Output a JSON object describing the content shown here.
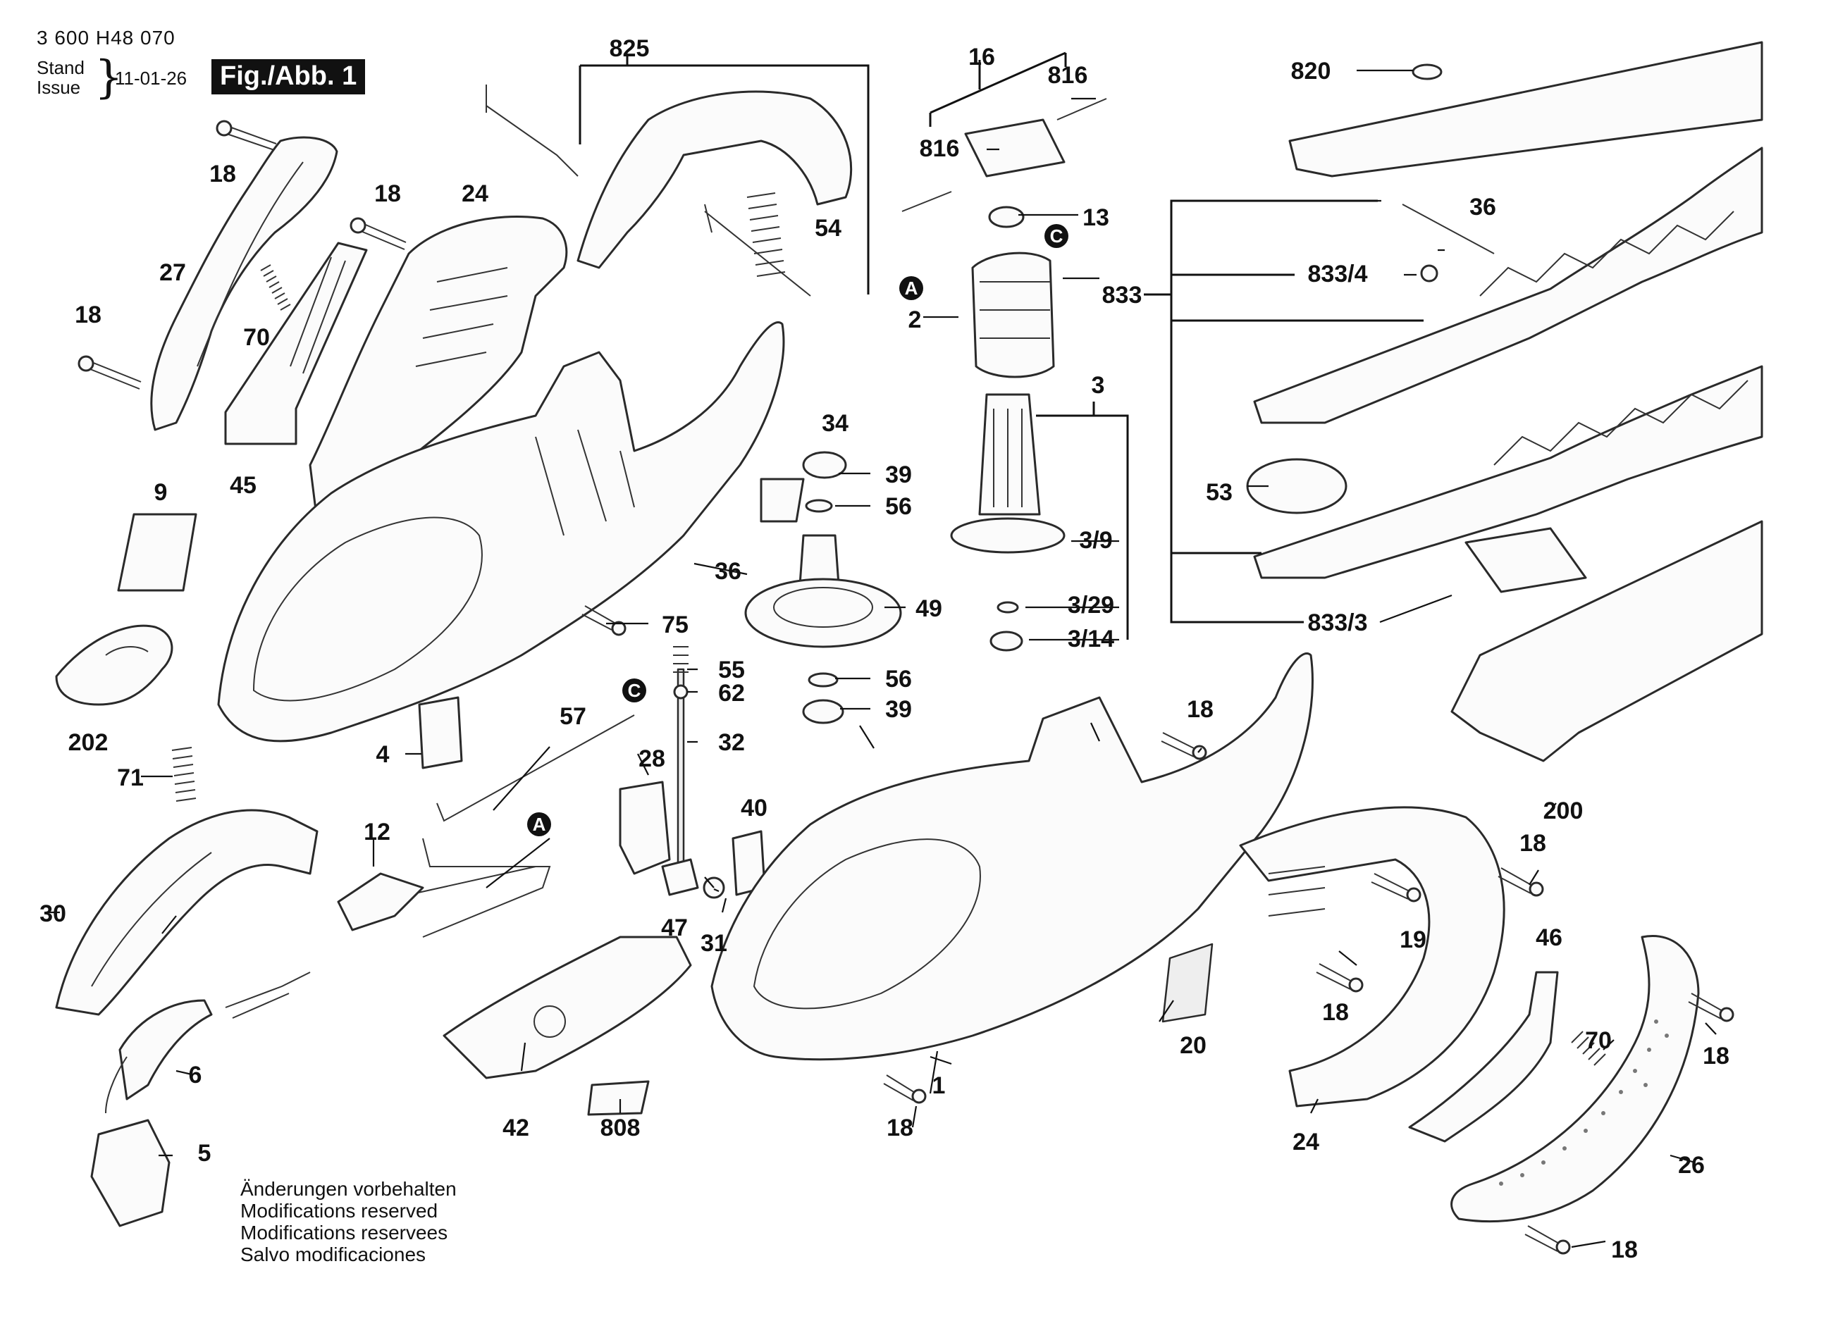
{
  "header": {
    "doc_number": "3 600 H48 070",
    "stand_label": "Stand",
    "issue_label": "Issue",
    "brace": "}",
    "issue_date": "11-01-26",
    "figure": "Fig./Abb. 1"
  },
  "notes": [
    "Änderungen vorbehalten",
    "Modifications reserved",
    "Modifications reservees",
    "Salvo modificaciones"
  ],
  "markers": {
    "a": "A",
    "c": "C"
  },
  "callouts": {
    "p825": "825",
    "p16": "16",
    "p816a": "816",
    "p816b": "816",
    "p820": "820",
    "p18_a": "18",
    "p18_b": "18",
    "p18_c": "18",
    "p24_a": "24",
    "p27": "27",
    "p70_a": "70",
    "p54": "54",
    "p13": "13",
    "p36_a": "36",
    "p833_4": "833/4",
    "p833": "833",
    "p2": "2",
    "p3": "3",
    "p45": "45",
    "p9": "9",
    "p34": "34",
    "p39_a": "39",
    "p56_a": "56",
    "p53": "53",
    "p3_9": "3/9",
    "p36_b": "36",
    "p75": "75",
    "p49": "49",
    "p3_29": "3/29",
    "p3_14": "3/14",
    "p833_3": "833/3",
    "p202": "202",
    "p55": "55",
    "p62": "62",
    "p56_b": "56",
    "p39_b": "39",
    "p57": "57",
    "p32": "32",
    "p18_d": "18",
    "p4": "4",
    "p28": "28",
    "p71": "71",
    "p40": "40",
    "p200": "200",
    "p12": "12",
    "p18_e": "18",
    "p30": "30",
    "p19": "19",
    "p46": "46",
    "p47": "47",
    "p31": "31",
    "p70_b": "70",
    "p18_f": "18",
    "p18_g": "18",
    "p6": "6",
    "p20": "20",
    "p18_h": "18",
    "p1": "1",
    "p42": "42",
    "p808": "808",
    "p24_b": "24",
    "p5": "5",
    "p26": "26",
    "p18_i": "18"
  }
}
